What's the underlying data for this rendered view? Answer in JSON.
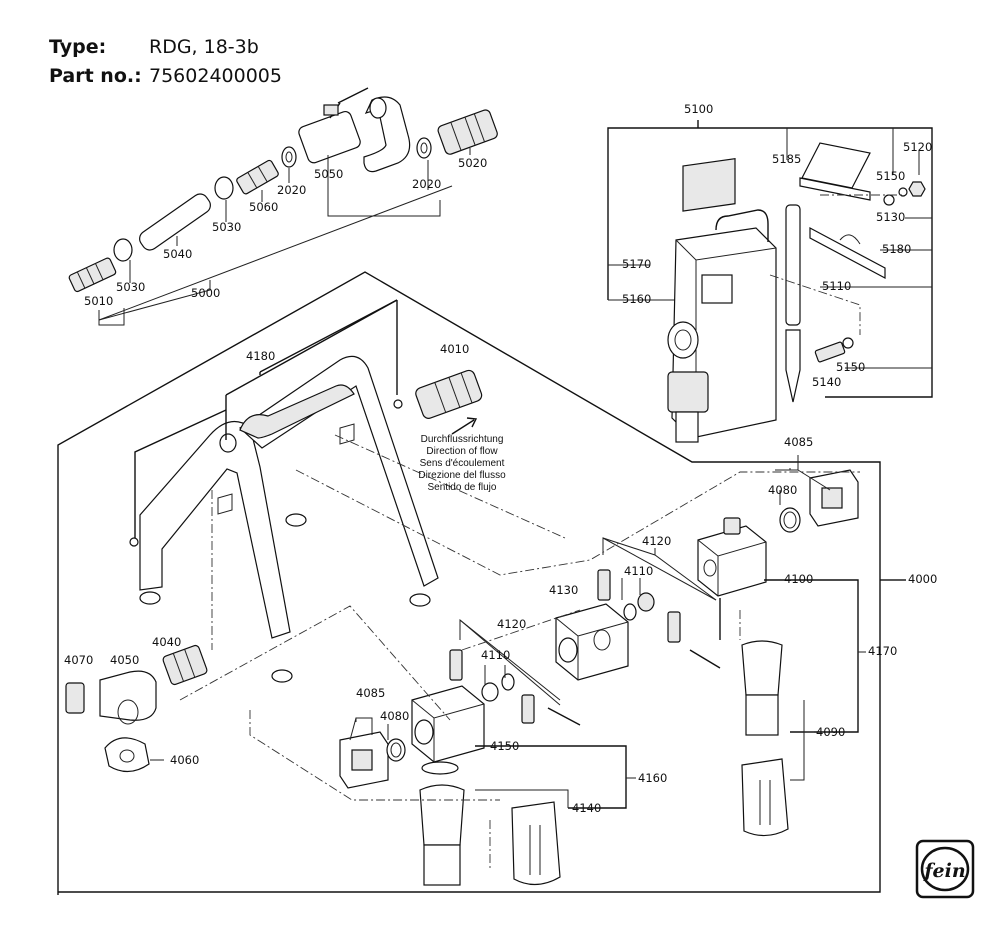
{
  "header": {
    "type_label": "Type:",
    "type_value": "RDG, 18-3b",
    "part_label": "Part no.:",
    "part_value": "75602400005"
  },
  "flow_text": [
    "Durchflussrichtung",
    "Direction of flow",
    "Sens d'écoulement",
    "Direzione del flusso",
    "Sentido de flujo"
  ],
  "callouts": {
    "c5050": "5050",
    "c5020": "5020",
    "c2020a": "2020",
    "c2020b": "2020",
    "c5060": "5060",
    "c5030a": "5030",
    "c5030b": "5030",
    "c5040": "5040",
    "c5010": "5010",
    "c5000": "5000",
    "c5100": "5100",
    "c5185": "5185",
    "c5150a": "5150",
    "c5120": "5120",
    "c5130": "5130",
    "c5180": "5180",
    "c5170": "5170",
    "c5160": "5160",
    "c5110": "5110",
    "c5150b": "5150",
    "c5140": "5140",
    "c4180": "4180",
    "c4010": "4010",
    "c4085a": "4085",
    "c4080a": "4080",
    "c4100": "4100",
    "c4000": "4000",
    "c4120a": "4120",
    "c4110a": "4110",
    "c4130": "4130",
    "c4170": "4170",
    "c4090": "4090",
    "c4120b": "4120",
    "c4110b": "4110",
    "c4040": "4040",
    "c4070": "4070",
    "c4050": "4050",
    "c4060": "4060",
    "c4085b": "4085",
    "c4080b": "4080",
    "c4150": "4150",
    "c4160": "4160",
    "c4140": "4140"
  },
  "logo_text": "fein"
}
